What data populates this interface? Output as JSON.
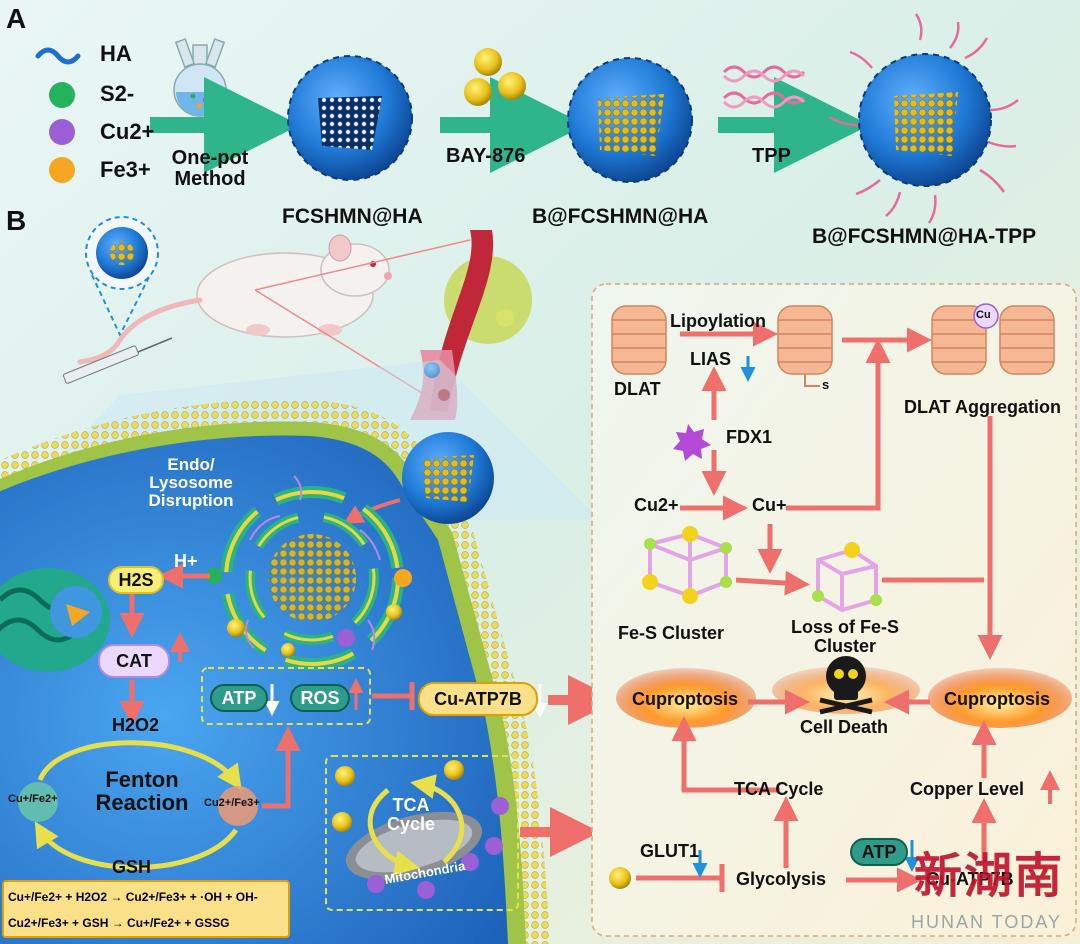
{
  "panels": {
    "a": "A",
    "b": "B"
  },
  "legend": [
    {
      "label": "HA",
      "color": "#1d6fd1",
      "icon": "wave-icon"
    },
    {
      "label": "S2-",
      "color": "#23b35a",
      "icon": "sphere-icon"
    },
    {
      "label": "Cu2+",
      "color": "#9b5fd6",
      "icon": "sphere-icon"
    },
    {
      "label": "Fe3+",
      "color": "#f5a623",
      "icon": "sphere-icon"
    }
  ],
  "synthesis": {
    "step1": "One-pot Method",
    "step2": "BAY-876",
    "step3": "TPP",
    "np1": "FCSHMN@HA",
    "np2": "B@FCSHMN@HA",
    "np3": "B@FCSHMN@HA-TPP"
  },
  "cell": {
    "endo": "Endo/ Lysosome Disruption",
    "hplus": "H+",
    "h2s": "H2S",
    "cat": "CAT",
    "h2o2": "H2O2",
    "fenton": "Fenton Reaction",
    "cu_fe_left": "Cu+/Fe2+",
    "cu_fe_right": "Cu2+/Fe3+",
    "gsh": "GSH",
    "atp": "ATP",
    "ros": "ROS",
    "cu_atp7b": "Cu-ATP7B",
    "tca": "TCA Cycle",
    "mito": "Mitochondria",
    "eq1": "Cu+/Fe2+ + H2O2 → Cu2+/Fe3+ + ·OH + OH-",
    "eq2": "Cu2+/Fe3+ + GSH → Cu+/Fe2+ + GSSG"
  },
  "pathway": {
    "lipoylation": "Lipoylation",
    "lias": "LIAS",
    "dlat": "DLAT",
    "s": "s",
    "cu": "Cu",
    "dlat_agg": "DLAT Aggregation",
    "fdx1": "FDX1",
    "cu2": "Cu2+",
    "cu1": "Cu+",
    "fes": "Fe-S Cluster",
    "loss_fes": "Loss of Fe-S Cluster",
    "cuproptosis_left": "Cuproptosis",
    "cuproptosis_right": "Cuproptosis",
    "cell_death": "Cell Death",
    "tca_cycle": "TCA Cycle",
    "copper_level": "Copper Level",
    "glut1": "GLUT1",
    "glycolysis": "Glycolysis",
    "atp": "ATP",
    "cu_atp7b": "Cu-ATP7B"
  },
  "watermark": {
    "cn": "新湖南",
    "en": "HUNAN TODAY"
  },
  "colors": {
    "arrow_green": "#2fb58c",
    "arrow_red": "#ef6f6c",
    "nano_blue": "#1e78d4",
    "core_gold": "#d8b21a",
    "cell_blue": "#2c7fd0",
    "membrane": "#d6c84a"
  }
}
